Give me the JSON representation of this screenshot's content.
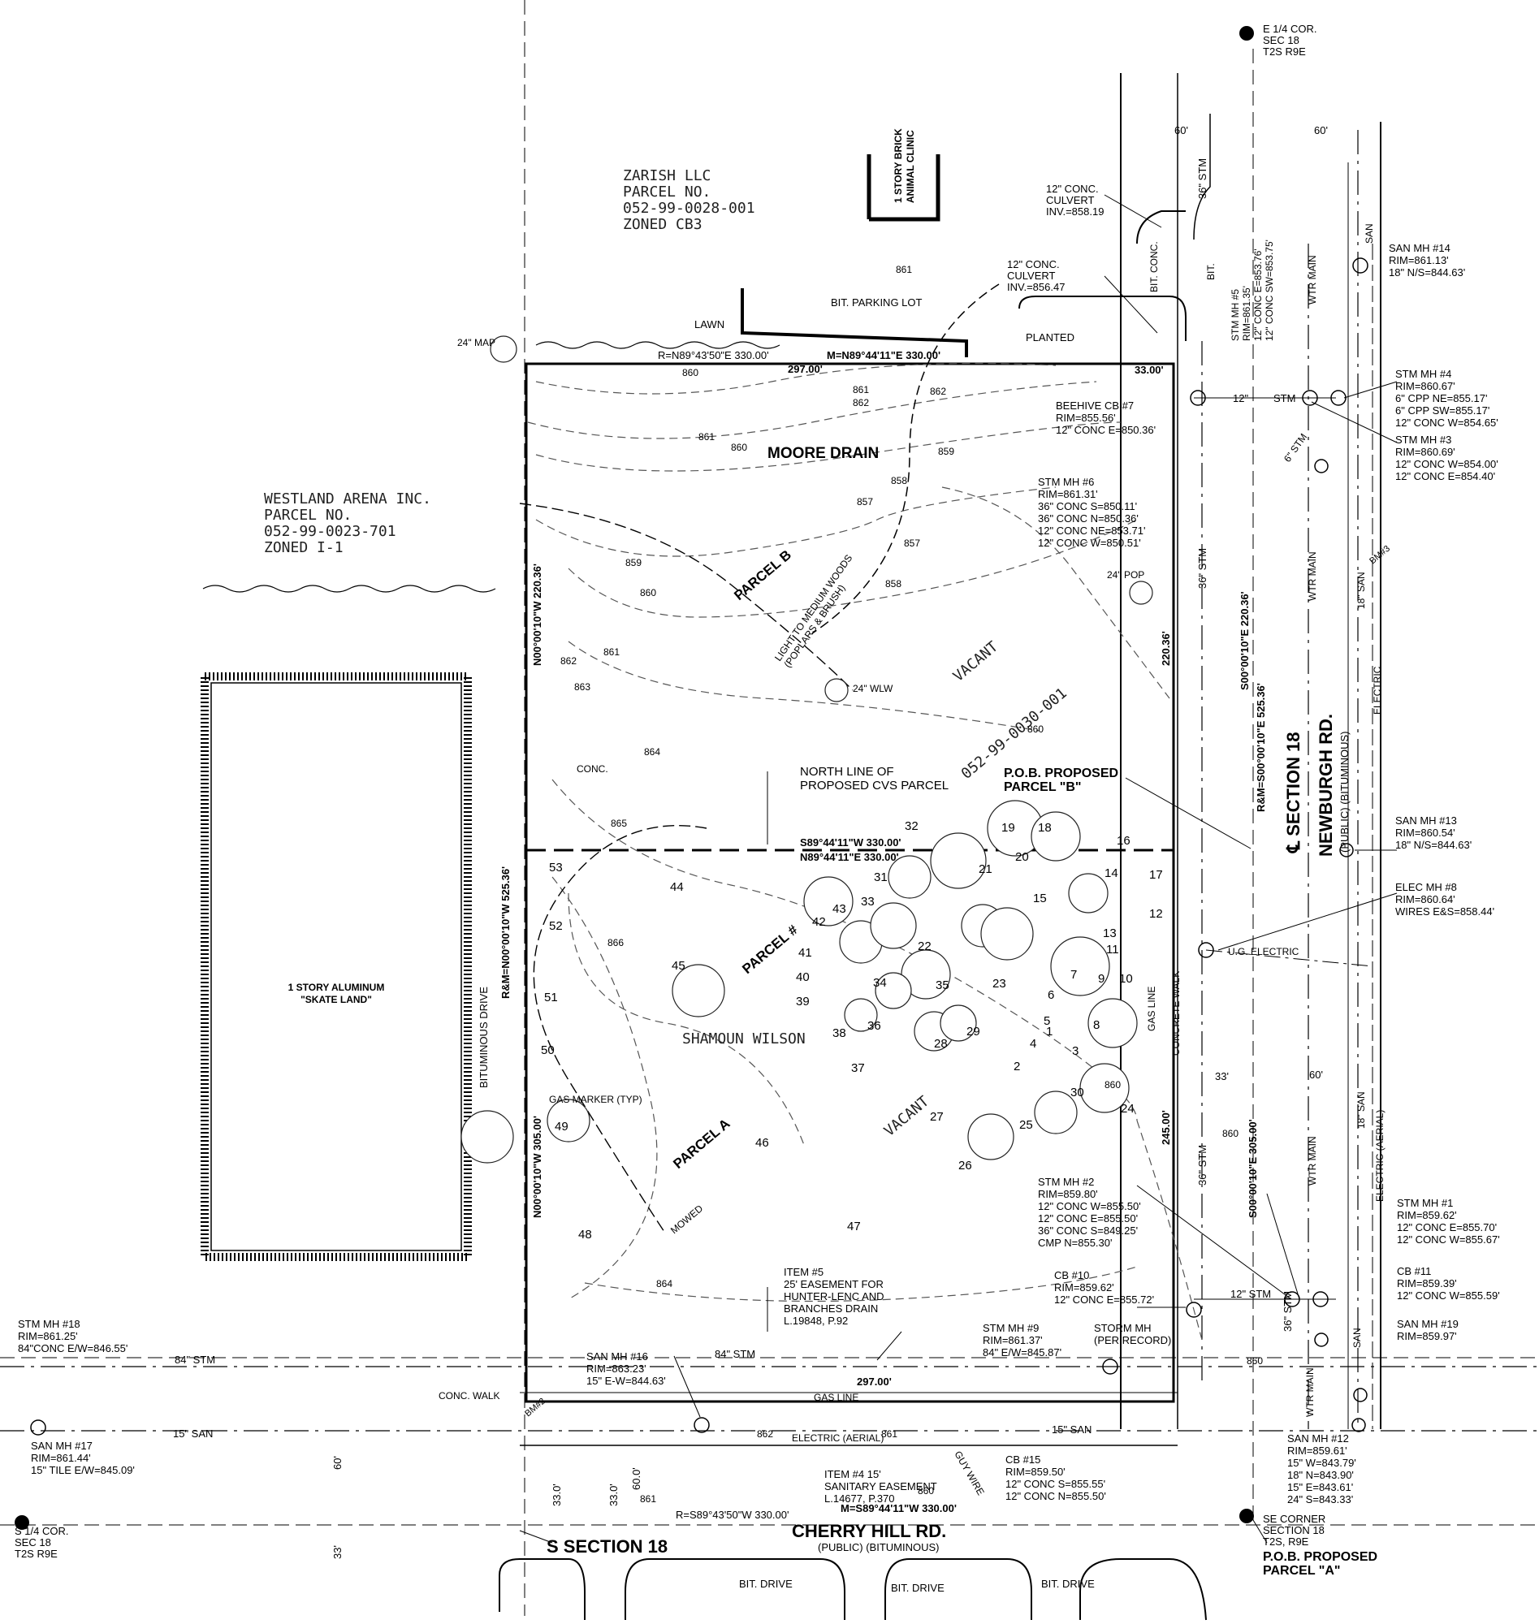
{
  "corners": {
    "e_quarter": [
      "E 1/4 COR.",
      "SEC 18",
      "T2S R9E"
    ],
    "s_quarter": [
      "S 1/4 COR.",
      "SEC 18",
      "T2S R9E"
    ],
    "se_corner": [
      "SE CORNER",
      "SECTION 18",
      "T2S, R9E"
    ]
  },
  "parcels": {
    "zarish": [
      "ZARISH LLC",
      "PARCEL NO.",
      "052-99-0028-001",
      "ZONED CB3"
    ],
    "westland": [
      "WESTLAND ARENA INC.",
      "PARCEL NO.",
      "052-99-0023-701",
      "ZONED I-1"
    ],
    "parcel_b": "PARCEL B",
    "parcel_a": "PARCEL A",
    "parcel_hash": "PARCEL #",
    "vacant": "VACANT",
    "parcel_id": "052-99-0030-001",
    "owner": "SHAMOUN WILSON",
    "moore_drain": "MOORE DRAIN",
    "woods": [
      "LIGHT TO MEDIUM WOODS",
      "(POPLARS & BRUSH)"
    ]
  },
  "buildings": {
    "clinic": [
      "1 STORY BRICK",
      "ANIMAL CLINIC"
    ],
    "skate": [
      "1 STORY ALUMINUM",
      "\"SKATE LAND\""
    ],
    "parking": "BIT. PARKING LOT",
    "lawn": "LAWN",
    "planted": "PLANTED",
    "bit_drive": "BITUMINOUS DRIVE",
    "conc": "CONC.",
    "conc_walk": "CONC. WALK",
    "concrete_walk": "CONCRETE WALK",
    "gas_line": "GAS LINE",
    "gas_marker": "GAS MARKER (TYP)",
    "mowed": "MOWED"
  },
  "roads": {
    "newburgh": [
      "NEWBURGH RD.",
      "(PUBLIC) (BITUMINOUS)"
    ],
    "cherry": [
      "CHERRY HILL RD.",
      "(PUBLIC) (BITUMINOUS)"
    ],
    "section_e": "℄ SECTION 18",
    "section_s": "S SECTION 18",
    "bit_drive": "BIT. DRIVE",
    "bit_conc": "BIT. CONC.",
    "bit": "BIT."
  },
  "bearings": {
    "north_r": "R=N89°43'50\"E 330.00'",
    "north_m": "M=N89°44'11\"E 330.00'",
    "north_297": "297.00'",
    "mid_s": "S89°44'11\"W 330.00'",
    "mid_n": "N89°44'11\"E 330.00'",
    "west_b": "N00°00'10\"W 220.36'",
    "west_rm": "R&M=N00°00'10\"W  525.36'",
    "west_a": "N00°00'10\"W 305.00'",
    "east_b": "S00°00'10\"E 220.36'",
    "east_rm": "R&M=S00°00'10\"E 525.36'",
    "east_a": "S00°00'10\"E 305.00'",
    "east_220": "220.36'",
    "east_245": "245.00'",
    "south_297": "297.00'",
    "south_r": "R=S89°43'50\"W 330.00'",
    "south_m": "M=S89°44'11\"W 330.00'"
  },
  "dims": {
    "d60a": "60'",
    "d60b": "60'",
    "d33a": "33.00'",
    "d12": "12\"",
    "d33b": "33'",
    "d60c": "60'",
    "d60v": "60'",
    "d60v2": "60.0'",
    "d33v": "33.0'",
    "d33v2": "33.0'",
    "d33s": "33'"
  },
  "utilities": {
    "culvert1": [
      "12\" CONC.",
      "CULVERT",
      "INV.=858.19"
    ],
    "culvert2": [
      "12\" CONC.",
      "CULVERT",
      "INV.=856.47"
    ],
    "san14": [
      "SAN MH #14",
      "RIM=861.13'",
      "18\" N/S=844.63'"
    ],
    "stm5": [
      "STM MH #5",
      "RIM=861.35'",
      "12\" CONC E=853.76'",
      "12\" CONC SW=853.75'"
    ],
    "stm4": [
      "STM MH #4",
      "RIM=860.67'",
      "6\" CPP NE=855.17'",
      "6\" CPP SW=855.17'",
      "12\" CONC W=854.65'"
    ],
    "stm3": [
      "STM MH #3",
      "RIM=860.69'",
      "12\" CONC W=854.00'",
      "12\" CONC E=854.40'"
    ],
    "beehive": [
      "BEEHIVE CB #7",
      "RIM=855.56'",
      "12\" CONC E=850.36'"
    ],
    "stm6": [
      "STM MH #6",
      "RIM=861.31'",
      "36\" CONC S=850.11'",
      "36\" CONC N=850.36'",
      "12\" CONC NE=853.71'",
      "12\" CONC W=850.51'"
    ],
    "san13": [
      "SAN MH #13",
      "RIM=860.54'",
      "18\" N/S=844.63'"
    ],
    "elec8": [
      "ELEC MH #8",
      "RIM=860.64'",
      "WIRES E&S=858.44'"
    ],
    "ug_elec": "U.G. ELECTRIC",
    "stm2": [
      "STM MH #2",
      "RIM=859.80'",
      "12\" CONC W=855.50'",
      "12\" CONC E=855.50'",
      "36\" CONC S=849.25'",
      "CMP N=855.30'"
    ],
    "cb10": [
      "CB #10",
      "RIM=859.62'",
      "12\" CONC E=855.72'"
    ],
    "stm9": [
      "STM MH #9",
      "RIM=861.37'",
      "84\" E/W=845.87'"
    ],
    "storm_mh": [
      "STORM MH",
      "(PER RECORD)"
    ],
    "stm1": [
      "STM MH #1",
      "RIM=859.62'",
      "12\" CONC E=855.70'",
      "12\" CONC W=855.67'"
    ],
    "cb11": [
      "CB #11",
      "RIM=859.39'",
      "12\" CONC W=855.59'"
    ],
    "san19": [
      "SAN MH #19",
      "RIM=859.97'"
    ],
    "stm18": [
      "STM MH #18",
      "RIM=861.25'",
      "84\"CONC E/W=846.55'"
    ],
    "san16": [
      "SAN MH #16",
      "RIM=863.23'",
      "15\" E-W=844.63'"
    ],
    "san17": [
      "SAN MH #17",
      "RIM=861.44'",
      "15\" TILE E/W=845.09'"
    ],
    "san12": [
      "SAN MH #12",
      "RIM=859.61'",
      "15\" W=843.79'",
      "18\" N=843.90'",
      "15\" E=843.61'",
      "24\" S=843.33'"
    ],
    "cb15": [
      "CB #15",
      "RIM=859.50'",
      "12\" CONC S=855.55'",
      "12\" CONC N=855.50'"
    ],
    "stm84": "84\" STM",
    "san15": "15\" SAN",
    "stm36": "36\" STM",
    "stm12": "12\" STM",
    "stm": "STM",
    "stm6in": "6\" STM",
    "wtr": "WTR MAIN",
    "san": "SAN",
    "san18": "18\" SAN",
    "electric": "ELECTRIC",
    "elec_aerial": "ELECTRIC (AERIAL)",
    "guy": "GUY WIRE",
    "bm2": "BM#2",
    "bm3": "BM#3"
  },
  "easements": {
    "item5": [
      "ITEM #5",
      "25' EASEMENT FOR",
      "HUNTER-LENC AND",
      "BRANCHES DRAIN",
      "L.19848, P.92"
    ],
    "item4": [
      "ITEM #4  15'",
      "SANITARY EASEMENT",
      "L.14677, P.370"
    ]
  },
  "notes": {
    "north_line": [
      "NORTH LINE OF",
      "PROPOSED CVS PARCEL"
    ],
    "pob_b": [
      "P.O.B. PROPOSED",
      "PARCEL \"B\""
    ],
    "pob_a": [
      "P.O.B. PROPOSED",
      "PARCEL \"A\""
    ],
    "trees": [
      "24\" MAP",
      "24\" WLW",
      "24\" POP"
    ]
  },
  "contours": [
    "861",
    "860",
    "862",
    "859",
    "858",
    "857",
    "863",
    "864",
    "865",
    "866"
  ],
  "tree_numbers": [
    "1",
    "2",
    "3",
    "4",
    "5",
    "6",
    "7",
    "8",
    "9",
    "10",
    "11",
    "12",
    "13",
    "14",
    "15",
    "16",
    "17",
    "18",
    "19",
    "20",
    "21",
    "22",
    "23",
    "24",
    "25",
    "26",
    "27",
    "28",
    "29",
    "30",
    "31",
    "32",
    "33",
    "34",
    "35",
    "36",
    "37",
    "38",
    "39",
    "40",
    "41",
    "42",
    "43",
    "44",
    "45",
    "46",
    "47",
    "48",
    "49",
    "50",
    "51",
    "52",
    "53"
  ]
}
